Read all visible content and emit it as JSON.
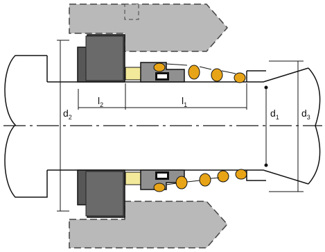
{
  "diagram": {
    "labels": {
      "d1": {
        "main": "d",
        "sub": "1"
      },
      "d2": {
        "main": "d",
        "sub": "2"
      },
      "d3": {
        "main": "d",
        "sub": "3"
      },
      "l1": {
        "main": "l",
        "sub": "1"
      },
      "l2": {
        "main": "l",
        "sub": "2"
      }
    },
    "colors": {
      "housing": "#b9b9b9",
      "seat": "#575757",
      "spring": "#e8a417",
      "insert": "#f3e99a",
      "line": "#111111"
    }
  }
}
